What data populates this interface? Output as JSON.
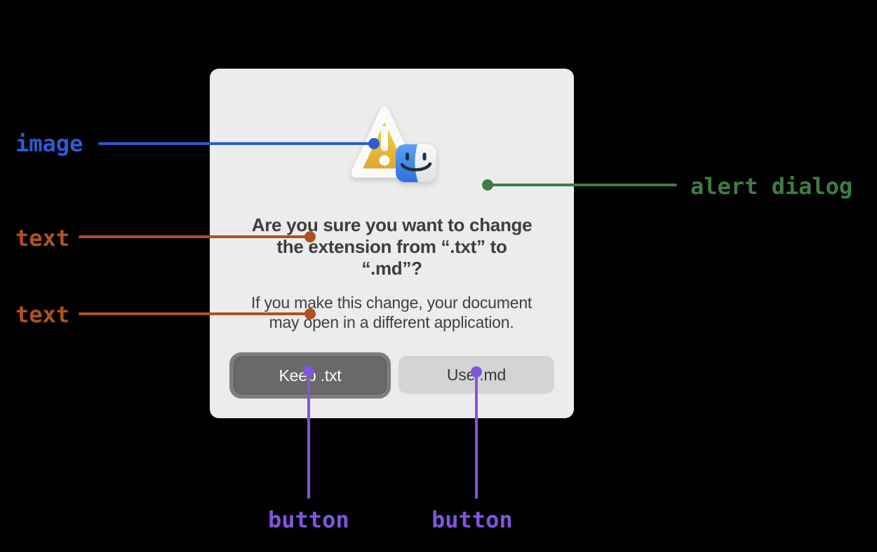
{
  "dialog": {
    "role": "alert dialog",
    "icon": "warning-triangle-with-finder-badge",
    "title": "Are you sure you want to change the extension from “.txt” to “.md”?",
    "message": "If you make this change, your document may open in a different application.",
    "buttons": [
      {
        "label": "Keep .txt",
        "variant": "default-focused"
      },
      {
        "label": "Use .md",
        "variant": "secondary"
      }
    ]
  },
  "annotations": {
    "image": {
      "label": "image",
      "color": "#2b5cd3",
      "target": "dialog icon"
    },
    "dialog": {
      "label": "alert dialog",
      "color": "#3f7c44",
      "target": "dialog"
    },
    "title_text": {
      "label": "text",
      "color": "#b0521d",
      "target": "dialog title"
    },
    "message_text": {
      "label": "text",
      "color": "#b0521d",
      "target": "dialog message"
    },
    "keep_button": {
      "label": "button",
      "color": "#8155dd",
      "target": "Keep .txt button"
    },
    "use_button": {
      "label": "button",
      "color": "#8155dd",
      "target": "Use .md button"
    }
  },
  "colors": {
    "annotation_blue": "#2b5cd3",
    "annotation_green": "#3f7c44",
    "annotation_orange": "#b0521d",
    "annotation_purple": "#8155dd",
    "dialog_bg": "#ececec",
    "default_button_ring": "#7d7d7d",
    "default_button_bg": "#696969",
    "secondary_button_bg": "#d4d4d4",
    "dialog_text": "#3d3d3d"
  }
}
